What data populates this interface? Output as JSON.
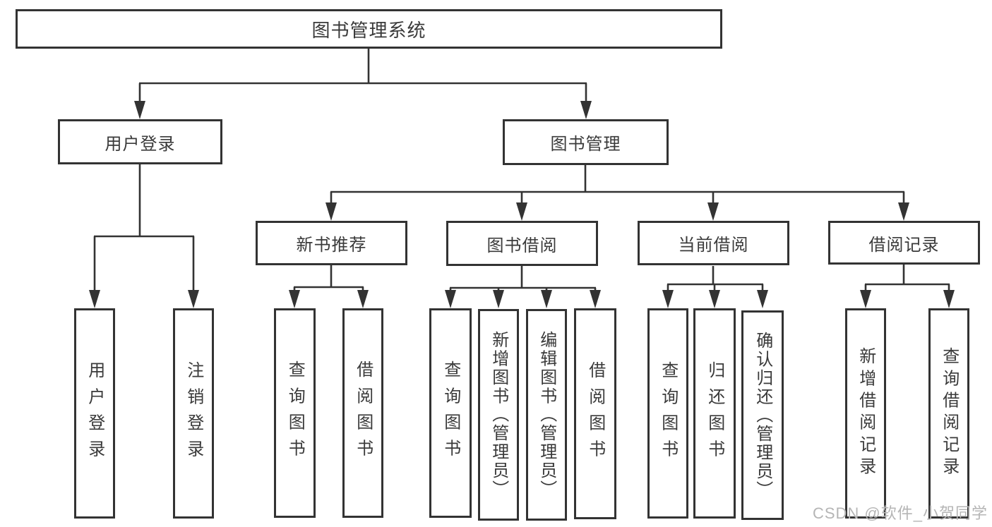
{
  "diagram": {
    "title_node": {
      "label": "图书管理系统"
    },
    "level2": {
      "user_login": {
        "label": "用户登录"
      },
      "book_mgmt": {
        "label": "图书管理"
      }
    },
    "level3": {
      "new_book": {
        "label": "新书推荐"
      },
      "book_borrow": {
        "label": "图书借阅"
      },
      "current_borrow": {
        "label": "当前借阅"
      },
      "borrow_records": {
        "label": "借阅记录"
      }
    },
    "leaves": {
      "user_login_leaf": {
        "label": "用户登录"
      },
      "logout_leaf": {
        "label": "注销登录"
      },
      "query_book_1": {
        "label": "查询图书"
      },
      "borrow_book_1": {
        "label": "借阅图书"
      },
      "query_book_2": {
        "label": "查询图书"
      },
      "add_book": {
        "label": "新增图书（管理员）"
      },
      "edit_book": {
        "label": "编辑图书（管理员）"
      },
      "borrow_book_2": {
        "label": "借阅图书"
      },
      "query_book_3": {
        "label": "查询图书"
      },
      "return_book": {
        "label": "归还图书"
      },
      "confirm_return": {
        "label": "确认归还（管理员）"
      },
      "add_borrow_record": {
        "label": "新增借阅记录"
      },
      "query_borrow_record": {
        "label": "查询借阅记录"
      }
    },
    "colors": {
      "line": "#333333",
      "text": "#3a3a3a",
      "watermark": "#b5b5b5"
    }
  },
  "watermark": {
    "text": "CSDN @软件_小贺同学"
  }
}
